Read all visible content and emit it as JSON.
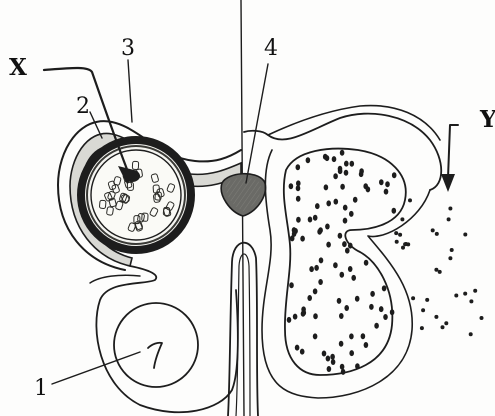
{
  "labels": {
    "x": "X",
    "y": "Y",
    "n1": "1",
    "n2": "2",
    "n3": "3",
    "n4": "4"
  },
  "colors": {
    "ink": "#1d1d1d",
    "shade": "#d9d9d4",
    "notochord": "#6a6a66",
    "paper": "#fdfdfc"
  }
}
